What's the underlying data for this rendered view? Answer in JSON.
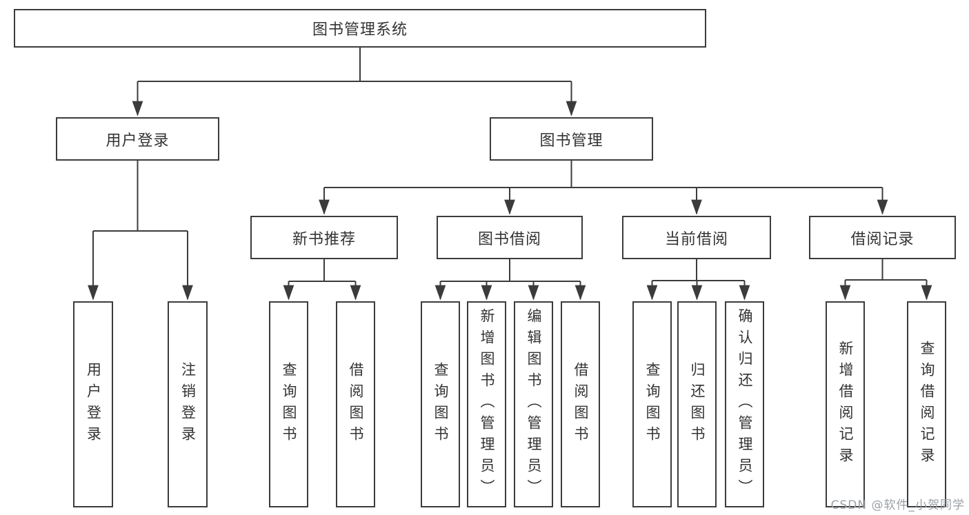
{
  "diagram": {
    "root": {
      "label": "图书管理系统"
    },
    "level2": {
      "user_login": {
        "label": "用户登录"
      },
      "book_mgmt": {
        "label": "图书管理"
      }
    },
    "level3": {
      "new_books": {
        "label": "新书推荐"
      },
      "book_borrow": {
        "label": "图书借阅"
      },
      "current_borrow": {
        "label": "当前借阅"
      },
      "borrow_records": {
        "label": "借阅记录"
      }
    },
    "leaves": {
      "user_login": [
        "用户登录",
        "注销登录"
      ],
      "new_books": [
        "查询图书",
        "借阅图书"
      ],
      "book_borrow": [
        "查询图书",
        "新增图书（管理员）",
        "编辑图书（管理员）",
        "借阅图书"
      ],
      "current_borrow": [
        "查询图书",
        "归还图书",
        "确认归还（管理员）"
      ],
      "borrow_records": [
        "新增借阅记录",
        "查询借阅记录"
      ]
    },
    "watermark": "CSDN @软件_小贺同学",
    "colors": {
      "line": "#3b3b3b",
      "text": "#333333",
      "watermark": "#9aa0a6",
      "background": "#ffffff"
    }
  }
}
